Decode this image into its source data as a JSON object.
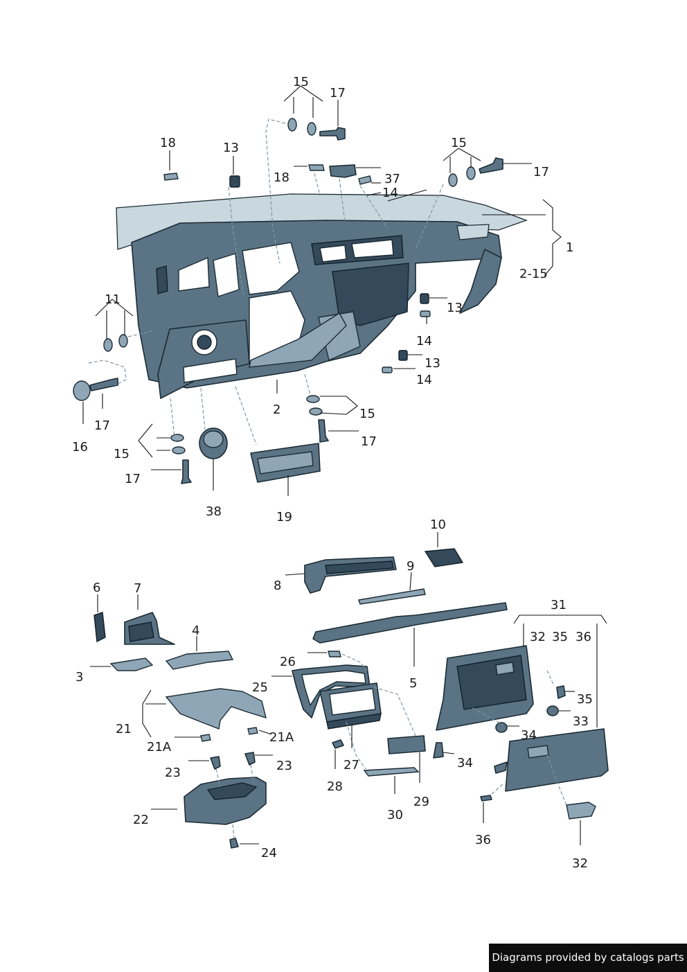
{
  "labels": [
    {
      "id": "p15a",
      "text": "15"
    },
    {
      "id": "p17a",
      "text": "17"
    },
    {
      "id": "p18a",
      "text": "18"
    },
    {
      "id": "p13a",
      "text": "13"
    },
    {
      "id": "p18b",
      "text": "18"
    },
    {
      "id": "p37",
      "text": "37"
    },
    {
      "id": "p14a",
      "text": "14"
    },
    {
      "id": "p15b",
      "text": "15"
    },
    {
      "id": "p17b",
      "text": "17"
    },
    {
      "id": "p1",
      "text": "1"
    },
    {
      "id": "p2_15",
      "text": "2-15"
    },
    {
      "id": "p13b",
      "text": "13"
    },
    {
      "id": "p11",
      "text": "11"
    },
    {
      "id": "p14b",
      "text": "14"
    },
    {
      "id": "p13c",
      "text": "13"
    },
    {
      "id": "p14c",
      "text": "14"
    },
    {
      "id": "p16",
      "text": "16"
    },
    {
      "id": "p17c",
      "text": "17"
    },
    {
      "id": "p2",
      "text": "2"
    },
    {
      "id": "p15c",
      "text": "15"
    },
    {
      "id": "p17d",
      "text": "17"
    },
    {
      "id": "p15d",
      "text": "15"
    },
    {
      "id": "p17e",
      "text": "17"
    },
    {
      "id": "p38",
      "text": "38"
    },
    {
      "id": "p19",
      "text": "19"
    },
    {
      "id": "p10",
      "text": "10"
    },
    {
      "id": "p8",
      "text": "8"
    },
    {
      "id": "p9",
      "text": "9"
    },
    {
      "id": "p6",
      "text": "6"
    },
    {
      "id": "p7",
      "text": "7"
    },
    {
      "id": "p31",
      "text": "31"
    },
    {
      "id": "p4",
      "text": "4"
    },
    {
      "id": "p32a",
      "text": "32"
    },
    {
      "id": "p35a",
      "text": "35"
    },
    {
      "id": "p36a",
      "text": "36"
    },
    {
      "id": "p26",
      "text": "26"
    },
    {
      "id": "p3",
      "text": "3"
    },
    {
      "id": "p5",
      "text": "5"
    },
    {
      "id": "p25",
      "text": "25"
    },
    {
      "id": "p35b",
      "text": "35"
    },
    {
      "id": "p33",
      "text": "33"
    },
    {
      "id": "p21",
      "text": "21"
    },
    {
      "id": "p21A_a",
      "text": "21A"
    },
    {
      "id": "p21A_b",
      "text": "21A"
    },
    {
      "id": "p34a",
      "text": "34"
    },
    {
      "id": "p34b",
      "text": "34"
    },
    {
      "id": "p23a",
      "text": "23"
    },
    {
      "id": "p23b",
      "text": "23"
    },
    {
      "id": "p27",
      "text": "27"
    },
    {
      "id": "p28",
      "text": "28"
    },
    {
      "id": "p29",
      "text": "29"
    },
    {
      "id": "p30",
      "text": "30"
    },
    {
      "id": "p22",
      "text": "22"
    },
    {
      "id": "p24",
      "text": "24"
    },
    {
      "id": "p36b",
      "text": "36"
    },
    {
      "id": "p32b",
      "text": "32"
    }
  ],
  "credit": "Diagrams provided by catalogs parts",
  "colors": {
    "part": "#5b7485",
    "outline": "#1b2a33",
    "background": "#ffffff",
    "credit_bg": "#0d0d0d"
  }
}
